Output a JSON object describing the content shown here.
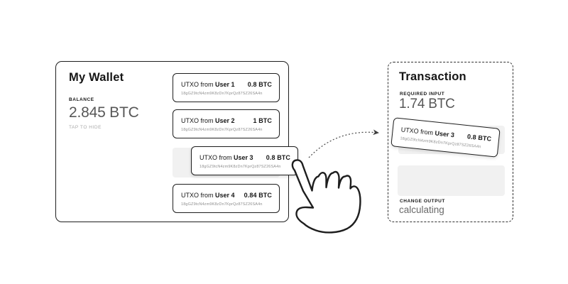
{
  "colors": {
    "ink": "#1e1e1e",
    "muted_value_text": "#575757",
    "faint_text": "#a9a9a9",
    "address_text": "#8f8f8f",
    "placeholder_fill": "#f1f1f1"
  },
  "wallet": {
    "title": "My Wallet",
    "balance": {
      "label": "BALANCE",
      "value": "2.845 BTC",
      "hint": "TAP TO HIDE"
    },
    "utxos": [
      {
        "prefix": "UTXO from ",
        "user": "User 1",
        "amount": "0.8 BTC",
        "address": "18gGZ9tcN4zm9K8zDn7KprQz87SZ26SA4n"
      },
      {
        "prefix": "UTXO from ",
        "user": "User 2",
        "amount": "1 BTC",
        "address": "18gGZ9tcN4zm9K8zDn7KprQz87SZ26SA4n"
      },
      {
        "prefix": "UTXO from ",
        "user": "User 3",
        "amount": "0.8 BTC",
        "address": "18gGZ9tcN4zm9K8zDn7KprQz87SZ26SA4n"
      },
      {
        "prefix": "UTXO from ",
        "user": "User 4",
        "amount": "0.84 BTC",
        "address": "18gGZ9tcN4zm9K8zDn7KprQz87SZ26SA4n"
      }
    ]
  },
  "transaction": {
    "title": "Transaction",
    "required_input": {
      "label": "REQUIRED INPUT",
      "value": "1.74 BTC"
    },
    "selected_utxo": {
      "prefix": "UTXO from ",
      "user": "User 3",
      "amount": "0.8 BTC",
      "address": "18gGZ9tcN4zm9K8zDn7KprQz87SZ26SA4n"
    },
    "change_output": {
      "label": "CHANGE OUTPUT",
      "value": "calculating"
    }
  }
}
